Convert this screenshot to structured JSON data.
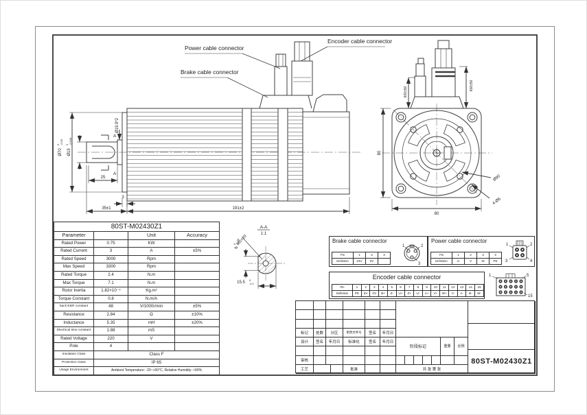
{
  "callouts": {
    "power": "Power cable connector",
    "brake": "Brake cable connector",
    "encoder": "Encoder cable connector"
  },
  "dims": {
    "shaft_step": "Ø19.9*2",
    "d70": "Ø70",
    "d70_tu": "0",
    "d70_tl": "-0.03",
    "d19": "Ø19",
    "d19_tu": "0",
    "d19_tl": "-0.018",
    "l25": "25",
    "l3": "3",
    "l35": "35±1",
    "l191": "191±2",
    "sec_mark_top": "A",
    "sec_mark_bot": "A",
    "h80": "80",
    "w80": "80",
    "bolt_circle": "Ø90",
    "holes": "4-Ø6",
    "cable_left": "600±50",
    "cable_right": "600±50",
    "section_name": "A-A",
    "section_scale": "1:1",
    "thread": "M5×20",
    "k6": "6",
    "k6_tu": "0",
    "k6_tl": "-0.03",
    "k155": "15.5",
    "k155_tu": "0",
    "k155_tl": "-0.1"
  },
  "param_table": {
    "title": "80ST-M02430Z1",
    "headers": [
      "Parameter",
      "",
      "Unit",
      "Accuracy"
    ],
    "rows": [
      {
        "name": "Rated Power",
        "value": "0.75",
        "unit": "KW",
        "acc": ""
      },
      {
        "name": "Rated Current",
        "value": "3",
        "unit": "A",
        "acc": "±5%"
      },
      {
        "name": "Rated Speed",
        "value": "3000",
        "unit": "Rpm",
        "acc": ""
      },
      {
        "name": "Max Speed",
        "value": "3300",
        "unit": "Rpm",
        "acc": ""
      },
      {
        "name": "Rated Torque",
        "value": "2.4",
        "unit": "N.m",
        "acc": ""
      },
      {
        "name": "Max Torque",
        "value": "7.1",
        "unit": "N.m",
        "acc": ""
      },
      {
        "name": "Rotor Inertia",
        "value": "1.82×10⁻⁴",
        "unit": "Kg.m²",
        "acc": ""
      },
      {
        "name": "Torque Constant",
        "value": "0.8",
        "unit": "N.m/A",
        "acc": ""
      },
      {
        "name": "back EMF constant",
        "value": "48",
        "unit": "V/1000r/min",
        "acc": "±5%"
      },
      {
        "name": "Resistance",
        "value": "2.84",
        "unit": "Ω",
        "acc": "±10%"
      },
      {
        "name": "Inductance",
        "value": "5.35",
        "unit": "mH",
        "acc": "±20%"
      },
      {
        "name": "Electrical time constant",
        "value": "1.88",
        "unit": "mS",
        "acc": ""
      },
      {
        "name": "Rated Voltage",
        "value": "220",
        "unit": "V",
        "acc": ""
      },
      {
        "name": "Pole",
        "value": "4",
        "unit": "",
        "acc": ""
      }
    ],
    "span_rows": [
      {
        "name": "Insulation Class",
        "value": "Class F"
      },
      {
        "name": "Protection Class",
        "value": "IP 65"
      },
      {
        "name": "Usage Environment",
        "value": "Ambient Temperature: -20~+50°C, Relative Humidity: <90%"
      }
    ]
  },
  "brake_table": {
    "title": "Brake cable connector",
    "pin_label": "Pin",
    "def_label": "Definition",
    "pins": [
      "1",
      "2",
      "3"
    ],
    "defs": [
      "24V",
      "0V",
      ""
    ]
  },
  "power_table": {
    "title": "Power cable connector",
    "pin_label": "Pin",
    "def_label": "Definition",
    "pins": [
      "1",
      "2",
      "3",
      "4"
    ],
    "defs": [
      "U",
      "V",
      "W",
      "PE"
    ]
  },
  "encoder_table": {
    "title": "Encoder cable connector",
    "pin_label": "Pin",
    "def_label": "Definition",
    "pins": [
      "1",
      "2",
      "3",
      "4",
      "5",
      "6",
      "7",
      "8",
      "9",
      "10",
      "11",
      "12",
      "13",
      "14",
      "15"
    ],
    "defs": [
      "PE",
      "5V",
      "0V",
      "B+",
      "Z-",
      "U+",
      "Z+",
      "U-",
      "A+",
      "V+",
      "W+",
      "V-",
      "A-",
      "B-",
      "W-"
    ]
  },
  "icons": {
    "brake": {
      "l1": "1",
      "l2": "2",
      "l3": "3"
    },
    "power": {
      "l1": "1",
      "l2": "2",
      "l3": "3",
      "l4": "4"
    },
    "encoder": {
      "l1": "1",
      "l2": "5",
      "l3": "15"
    }
  },
  "title_block": {
    "rev_header": [
      "标记",
      "处数",
      "分区",
      "更改文件号",
      "签名",
      "年月日"
    ],
    "design_row": [
      "设计",
      "签名",
      "年月日",
      "标准化",
      "签名",
      "年月日"
    ],
    "check": "审核",
    "process": "工艺",
    "approve": "批准",
    "stage": "阶段标记",
    "weight": "重量",
    "scale": "比例",
    "sheets": "共  张  第  张",
    "part_number": "80ST-M02430Z1"
  }
}
